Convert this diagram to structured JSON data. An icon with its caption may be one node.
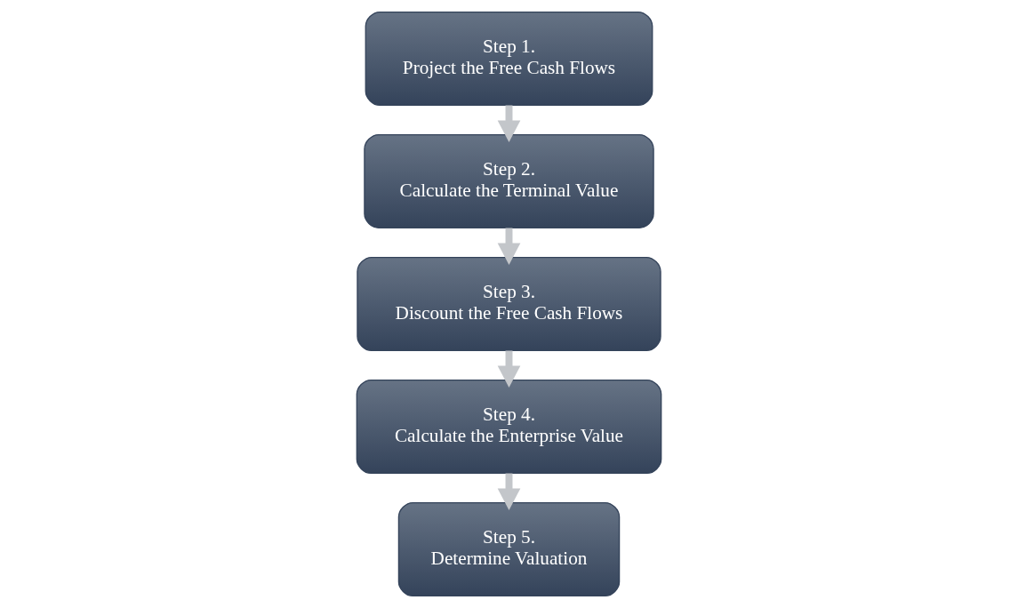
{
  "diagram": {
    "nodes": [
      {
        "text": [
          "Step 1.",
          "Project the Free Cash Flows"
        ]
      },
      {
        "text": [
          "Step 2.",
          "Calculate the Terminal Value"
        ]
      },
      {
        "text": [
          "Step 3.",
          "Discount the Free Cash Flows"
        ]
      },
      {
        "text": [
          "Step 4.",
          "Calculate the Enterprise Value"
        ]
      },
      {
        "text": [
          "Step 5.",
          "Determine Valuation"
        ]
      }
    ],
    "edges": [
      {
        "from": 0,
        "to": 1,
        "arrow": "to"
      },
      {
        "from": 1,
        "to": 2,
        "arrow": "to"
      },
      {
        "from": 2,
        "to": 3,
        "arrow": "to"
      },
      {
        "from": 3,
        "to": 4,
        "arrow": "to"
      }
    ]
  }
}
